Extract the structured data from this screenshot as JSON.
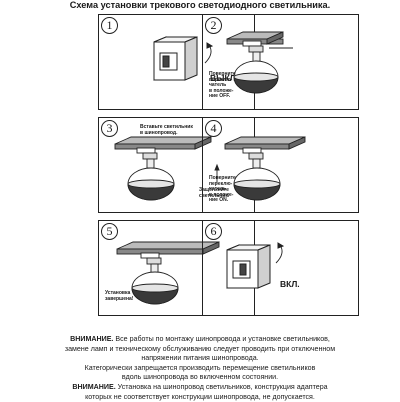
{
  "title": "Схема установки трекового светодиодного светильника.",
  "steps": [
    {
      "number": "1",
      "label": "ВЫКЛ."
    },
    {
      "number": "2",
      "label": "Поверните\nпереклю-\nчатель\nв положе-\nние OFF."
    },
    {
      "number": "3",
      "label_top": "Вставьте светильник\nв шинопровод.",
      "label_bottom": "Защёлкните\nсветильник."
    },
    {
      "number": "4",
      "label": "Поверните\nпереклю-\nчатель\nв положе-\nние ON."
    },
    {
      "number": "5",
      "label": "Установка\nзавершена!"
    },
    {
      "number": "6",
      "label": "ВКЛ."
    }
  ],
  "notes": {
    "warning_word": "ВНИМАНИЕ.",
    "line1_rest": " Все работы по монтажу шинопровода и установке светильников,",
    "line2": "замене ламп и техническому обслуживанию следует проводить при отключенном",
    "line3": "напряжении питания шинопровода.",
    "line4": "Категорически запрещается производить перемещение светильников",
    "line5": "вдоль шинопровода во включенном состоянии.",
    "line6_rest": " Установка на шинопровод светильников, конструкция адаптера",
    "line7": "которых не соответствует конструкции шинопровода, не допускается."
  }
}
